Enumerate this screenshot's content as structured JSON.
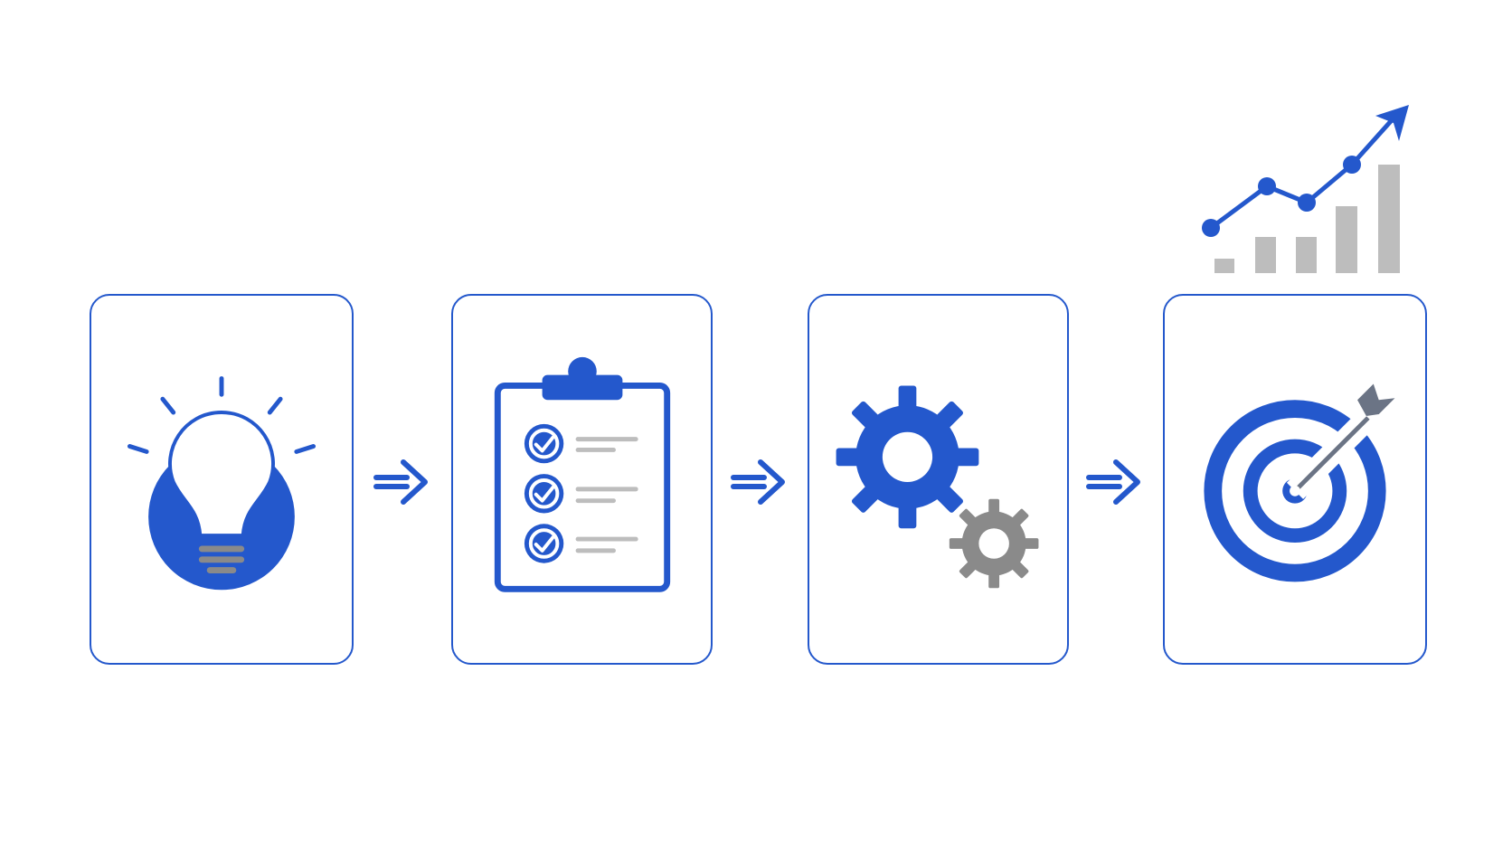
{
  "diagram": {
    "steps": [
      {
        "id": "idea",
        "icon": "lightbulb-icon"
      },
      {
        "id": "plan",
        "icon": "clipboard-checklist-icon"
      },
      {
        "id": "execute",
        "icon": "gears-icon"
      },
      {
        "id": "goal",
        "icon": "target-arrow-icon"
      }
    ],
    "connectors": [
      "arrow-right-icon",
      "arrow-right-icon",
      "arrow-right-icon"
    ],
    "decoration": {
      "icon": "growth-chart-icon",
      "bars": 5,
      "trend_points": 4
    }
  },
  "colors": {
    "accent": "#2458cc",
    "muted": "#a9a9a9",
    "muted_dark": "#8a8a8a",
    "background": "#ffffff"
  }
}
